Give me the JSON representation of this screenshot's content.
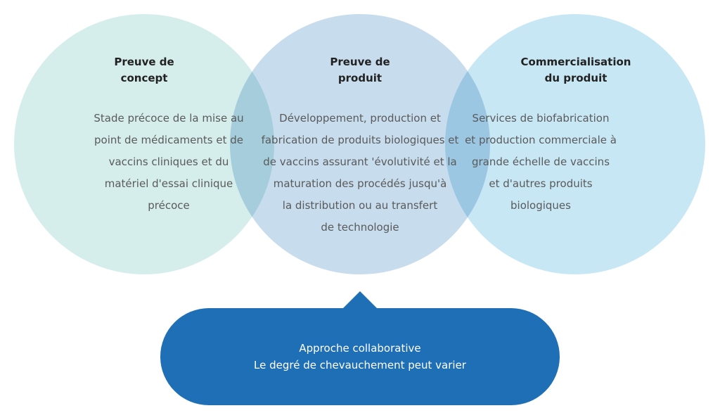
{
  "circles": [
    {
      "title_1": "Preuve de",
      "title_2": "concept",
      "lines": [
        "Stade précoce de la mise au",
        "point de médicaments et de",
        "vaccins cliniques et du",
        "matériel d'essai clinique",
        "précoce"
      ]
    },
    {
      "title_1": "Preuve de",
      "title_2": "produit",
      "lines": [
        "Développement, production et",
        "fabrication de produits biologiques et",
        "de vaccins assurant 'évolutivité et la",
        "maturation des procédés jusqu'à",
        "la distribution ou au transfert",
        "de technologie"
      ]
    },
    {
      "title_1": "Commercialisation",
      "title_2": "du produit",
      "lines": [
        "Services de biofabrication",
        "et production commerciale à",
        "grande échelle de vaccins",
        "et d'autres produits",
        "biologiques"
      ]
    }
  ],
  "callout": {
    "line_1": "Approche collaborative",
    "line_2": "Le degré de chevauchement peut varier"
  },
  "colors": {
    "left": "#d5eeec",
    "middle": "#c7dced",
    "right": "#c8e7f5",
    "callout": "#1f6fb6"
  }
}
